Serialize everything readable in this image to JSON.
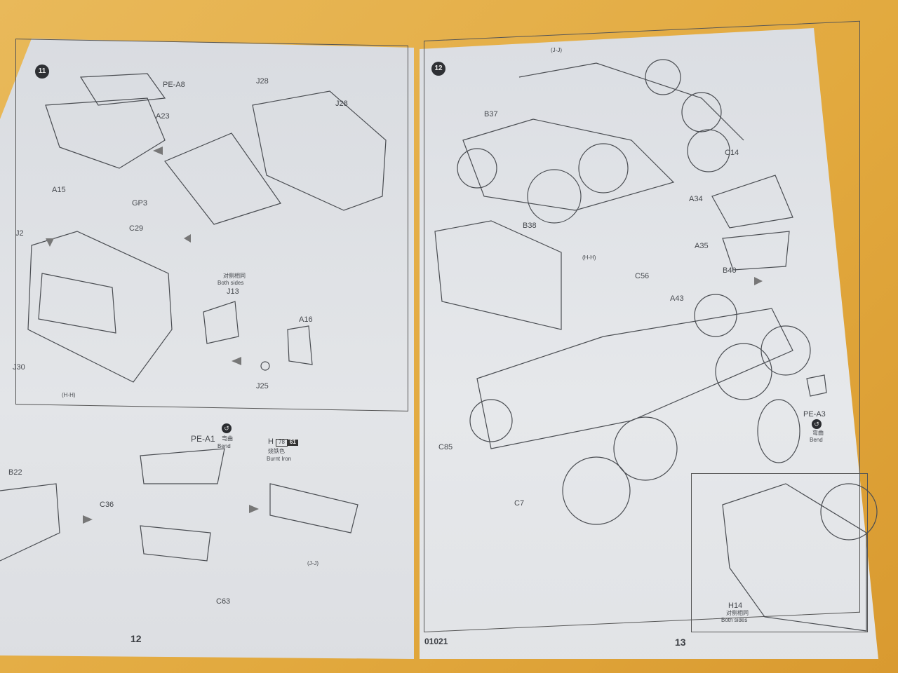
{
  "left_page": {
    "step_number": "11",
    "page_number": "12",
    "labels": {
      "pe_a8": "PE-A8",
      "a23": "A23",
      "j28_a": "J28",
      "j28_b": "J28",
      "a15": "A15",
      "gp3": "GP3",
      "c29": "C29",
      "j2": "J2",
      "j13_note_cn": "对侧相同",
      "j13_note": "Both sides",
      "j13": "J13",
      "a16": "A16",
      "j30": "J30",
      "j25": "J25",
      "hh": "(H-H)"
    },
    "sub_step": {
      "b22": "B22",
      "c36": "C36",
      "pe_a1": "PE-A1",
      "bend_cn": "弯曲",
      "bend": "Bend",
      "h_part": "H",
      "paint_code_1": "78",
      "paint_code_2": "61",
      "burnt_iron_cn": "烧铁色",
      "burnt_iron": "Burnt Iron",
      "jj": "(J-J)",
      "c63": "C63"
    }
  },
  "right_page": {
    "step_number": "12",
    "page_number": "13",
    "kit_number": "01021",
    "labels": {
      "jj": "(J-J)",
      "b37": "B37",
      "c14": "C14",
      "a34": "A34",
      "b38": "B38",
      "a35": "A35",
      "hh": "(H-H)",
      "c56": "C56",
      "a43": "A43",
      "b40": "B40",
      "c85": "C85",
      "pe_a3": "PE-A3",
      "bend_cn": "弯曲",
      "bend": "Bend",
      "c7": "C7"
    },
    "inset": {
      "h14": "H14",
      "note_cn": "对侧相同",
      "note": "Both sides"
    }
  }
}
